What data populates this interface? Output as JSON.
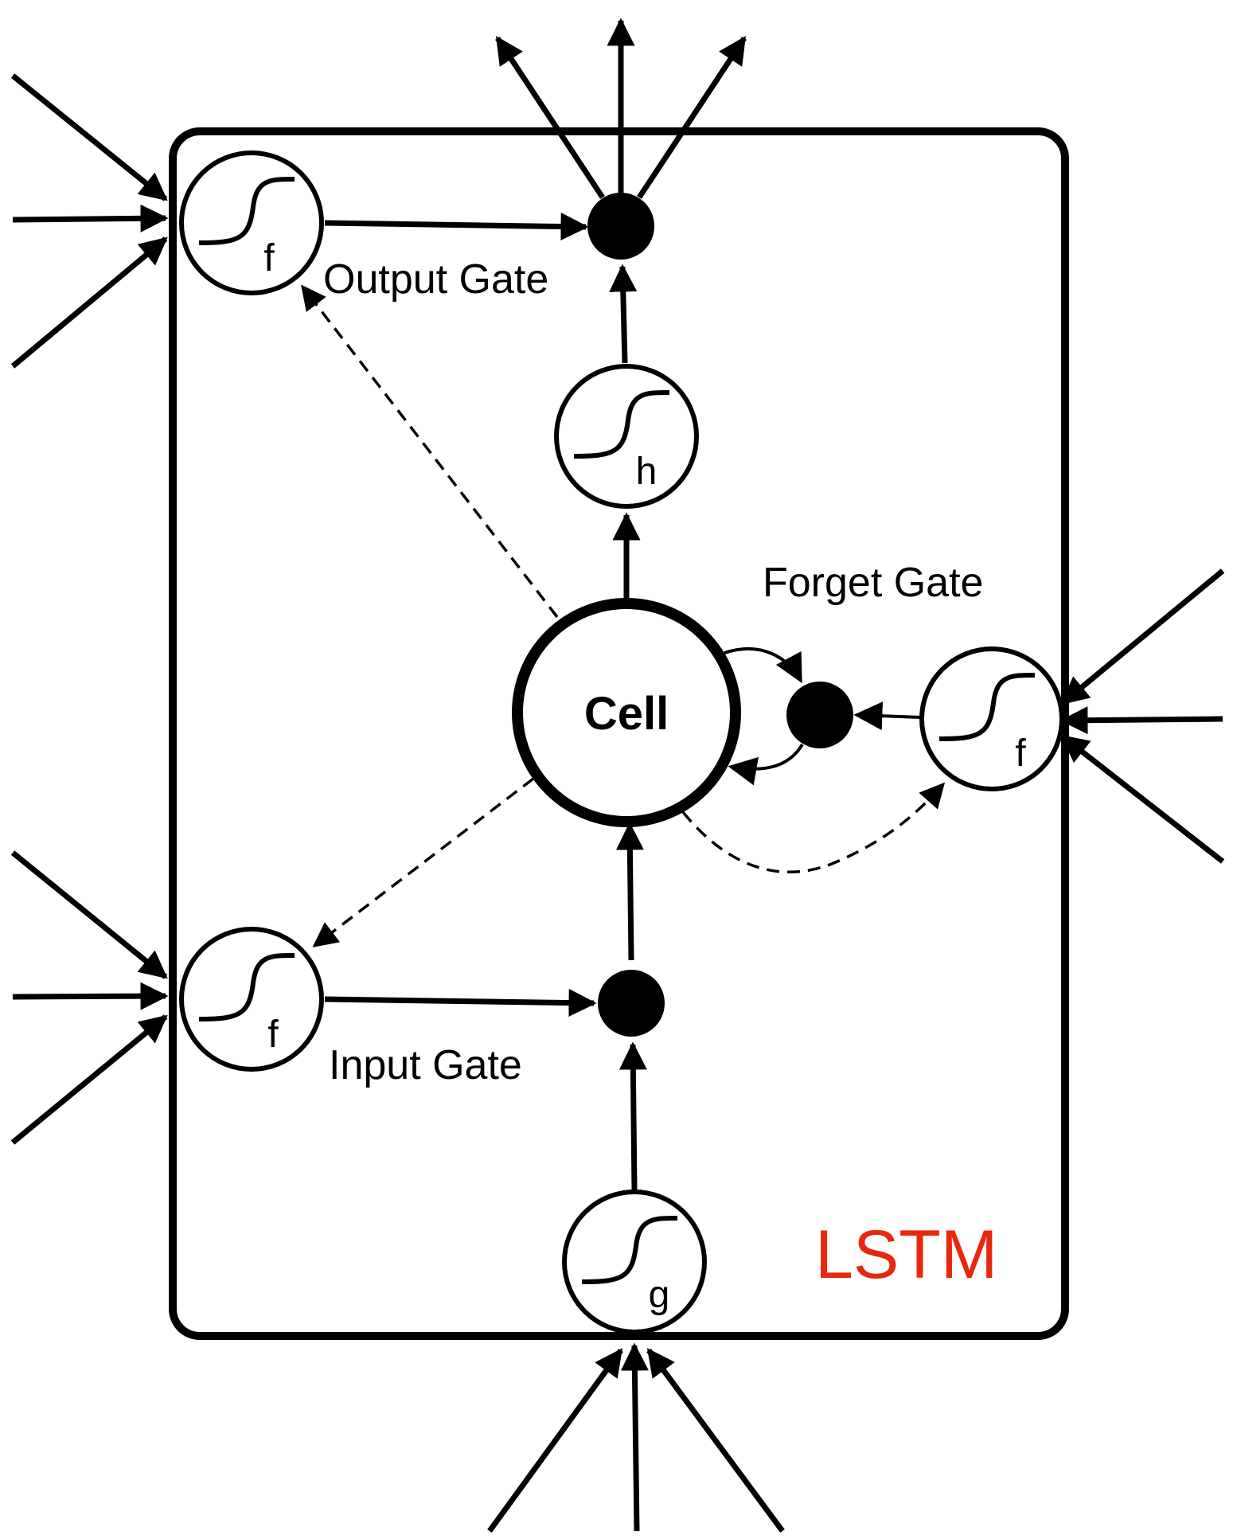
{
  "diagram": {
    "title": "LSTM",
    "cell_label": "Cell",
    "gates": {
      "output": "Output Gate",
      "forget": "Forget Gate",
      "input": "Input Gate"
    },
    "units": {
      "output_gate": "f",
      "input_gate": "f",
      "forget_gate": "f",
      "hidden": "h",
      "input_squash": "g"
    },
    "colors": {
      "title": "#e8280e",
      "stroke": "#000000",
      "node_fill": "#000000"
    }
  }
}
